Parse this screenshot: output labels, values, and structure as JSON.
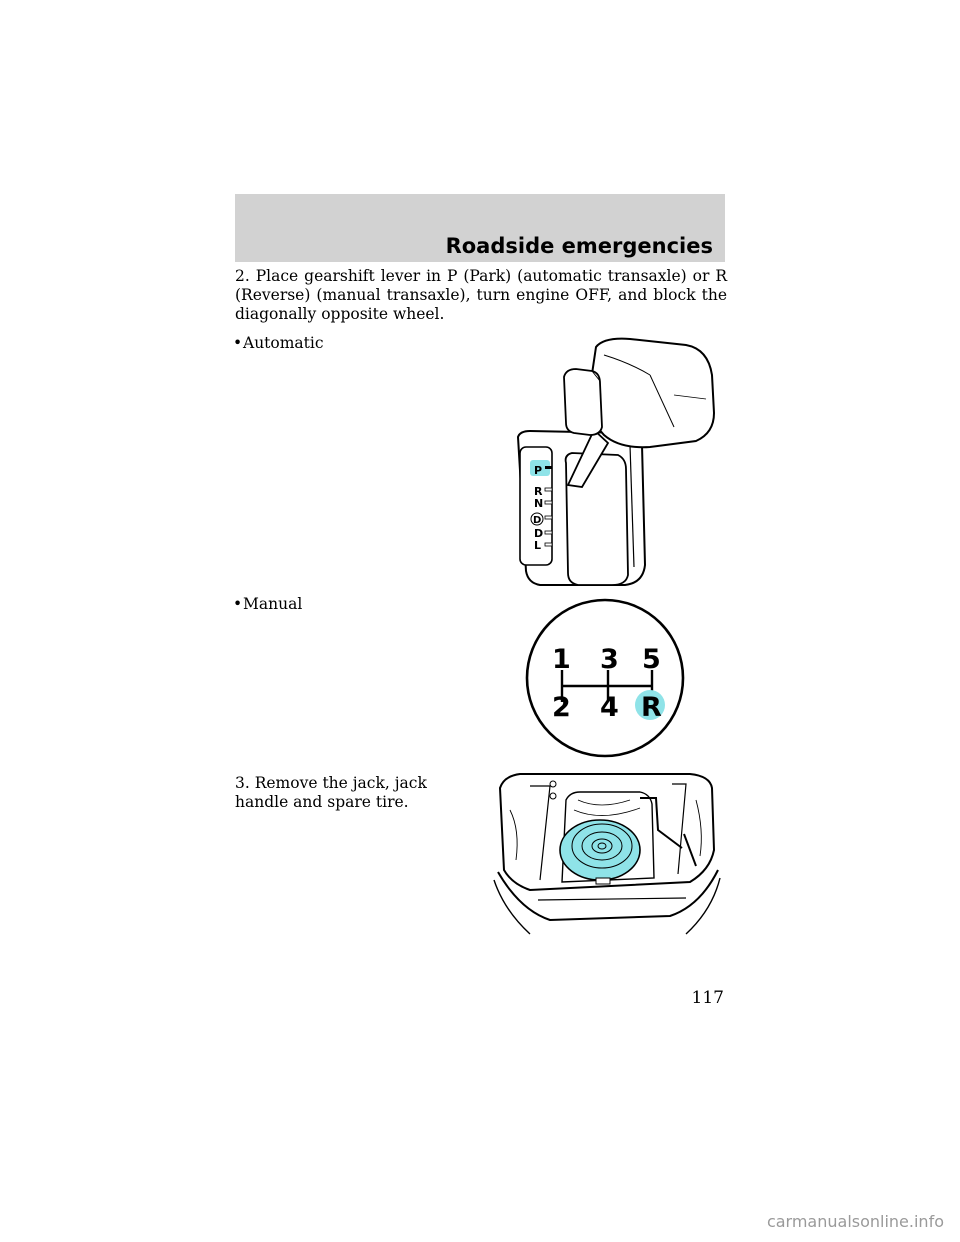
{
  "header": {
    "title": "Roadside emergencies"
  },
  "step2": {
    "text": "2. Place gearshift lever in P (Park) (automatic transaxle) or R (Reverse) (manual transaxle), turn engine OFF, and block the diagonally opposite wheel."
  },
  "bullets": {
    "dot": "•",
    "automatic": "Automatic",
    "manual": "Manual"
  },
  "automatic_figure": {
    "labels": [
      "P",
      "R",
      "N",
      "D",
      "D",
      "L"
    ]
  },
  "manual_figure": {
    "top_gears": [
      "1",
      "3",
      "5"
    ],
    "bottom_gears": [
      "2",
      "4",
      "R"
    ]
  },
  "step3": {
    "text": "3. Remove the jack, jack handle and spare tire."
  },
  "page": {
    "number": "117"
  },
  "footer": {
    "watermark": "carmanualsonline.info"
  },
  "colors": {
    "header_band": "#d2d2d2",
    "highlight": "#8fe3e8"
  }
}
